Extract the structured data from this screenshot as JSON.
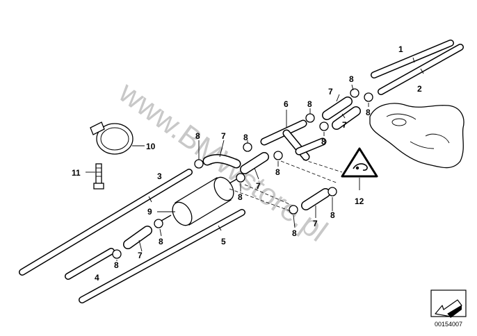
{
  "watermark": "www.BMWstore.pl",
  "document_number": "00154007",
  "callouts": {
    "c1": "1",
    "c2": "2",
    "c3": "3",
    "c4": "4",
    "c5": "5",
    "c6": "6",
    "c7": "7",
    "c8": "8",
    "c9": "9",
    "c10": "10",
    "c11": "11",
    "c12": "12"
  },
  "icons": [
    "fuel-tank-icon",
    "warning-triangle-icon",
    "navigation-arrow-icon"
  ]
}
